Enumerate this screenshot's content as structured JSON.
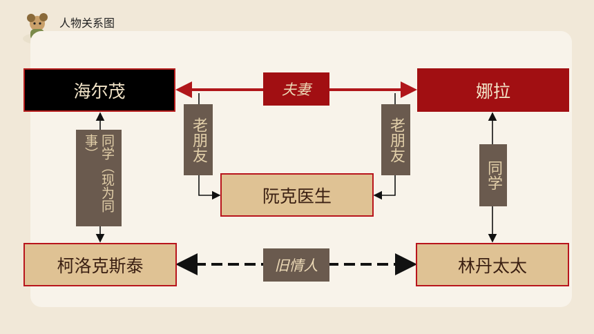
{
  "page_title": "人物关系图",
  "nodes": {
    "helmer": "海尔茂",
    "nora": "娜拉",
    "rank": "阮克医生",
    "krogstad": "柯洛克斯泰",
    "linde": "林丹太太"
  },
  "relations": {
    "spouse": "夫妻",
    "old_friend_left": "老朋友",
    "old_friend_right": "老朋友",
    "classmate_now_colleague": "同学（现为同事）",
    "classmate": "同学",
    "old_lover": "旧情人"
  },
  "colors": {
    "background": "#f1e8d8",
    "panel": "#f8f3ea",
    "dark_red": "#a10f12",
    "label_brown": "#6a5a4e",
    "tan": "#dfc294"
  }
}
